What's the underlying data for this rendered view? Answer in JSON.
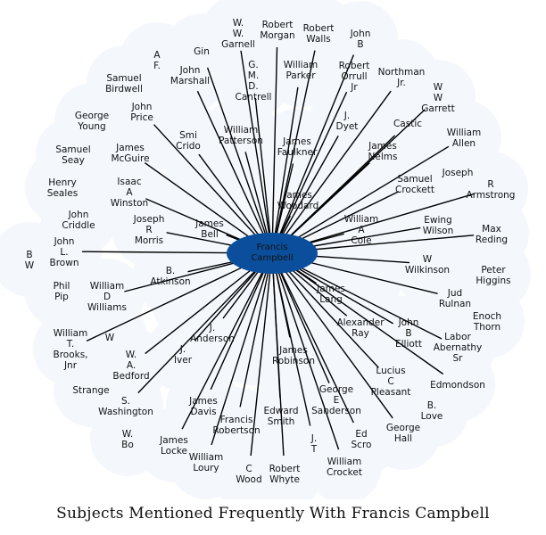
{
  "caption": "Subjects Mentioned Frequently With Francis Campbell",
  "colors": {
    "center_fill": "#0b4f9c",
    "halo": "#f4f8fd",
    "edge": "#000000"
  },
  "center": {
    "label": [
      "Francis",
      "Campbell"
    ]
  },
  "nodes": [
    {
      "label": [
        "W.",
        "W.",
        "Garnell"
      ]
    },
    {
      "label": [
        "Robert",
        "Morgan"
      ]
    },
    {
      "label": [
        "Robert",
        "Walls"
      ]
    },
    {
      "label": [
        "John",
        "B"
      ]
    },
    {
      "label": [
        "A",
        "F."
      ]
    },
    {
      "label": [
        "Gin"
      ]
    },
    {
      "label": [
        "John",
        "Marshall"
      ]
    },
    {
      "label": [
        "G.",
        "M.",
        "D.",
        "Cantrell"
      ]
    },
    {
      "label": [
        "William",
        "Parker"
      ]
    },
    {
      "label": [
        "Robert",
        "Orrull",
        "Jr"
      ]
    },
    {
      "label": [
        "Northman",
        "Jr."
      ]
    },
    {
      "label": [
        "Samuel",
        "Birdwell"
      ]
    },
    {
      "label": [
        "W",
        "W",
        "Garrett"
      ]
    },
    {
      "label": [
        "George",
        "Young"
      ]
    },
    {
      "label": [
        "John",
        "Price"
      ]
    },
    {
      "label": [
        "J.",
        "Dyet"
      ]
    },
    {
      "label": [
        "Castic"
      ]
    },
    {
      "label": [
        "William",
        "Allen"
      ]
    },
    {
      "label": [
        "Smi",
        "Crido"
      ]
    },
    {
      "label": [
        "William",
        "Patterson"
      ]
    },
    {
      "label": [
        "James",
        "Faulkner"
      ]
    },
    {
      "label": [
        "James",
        "Nelms"
      ]
    },
    {
      "label": [
        "Samuel",
        "Seay"
      ]
    },
    {
      "label": [
        "James",
        "McGuire"
      ]
    },
    {
      "label": [
        "Joseph"
      ]
    },
    {
      "label": [
        "Samuel",
        "Crockett"
      ]
    },
    {
      "label": [
        "R",
        "Armstrong"
      ]
    },
    {
      "label": [
        "Henry",
        "Seales"
      ]
    },
    {
      "label": [
        "Isaac",
        "A",
        "Winston"
      ]
    },
    {
      "label": [
        "James",
        "Woodard"
      ]
    },
    {
      "label": [
        "John",
        "Criddle"
      ]
    },
    {
      "label": [
        "Joseph",
        "R",
        "Morris"
      ]
    },
    {
      "label": [
        "James",
        "Bell"
      ]
    },
    {
      "label": [
        "William",
        "A",
        "Cole"
      ]
    },
    {
      "label": [
        "Ewing",
        "Wilson"
      ]
    },
    {
      "label": [
        "Max",
        "Reding"
      ]
    },
    {
      "label": [
        "John",
        "L.",
        "Brown"
      ]
    },
    {
      "label": [
        "B",
        "W"
      ]
    },
    {
      "label": [
        "W",
        "Wilkinson"
      ]
    },
    {
      "label": [
        "Peter",
        "Higgins"
      ]
    },
    {
      "label": [
        "B.",
        "Atkinson"
      ]
    },
    {
      "label": [
        "Phil",
        "Pip"
      ]
    },
    {
      "label": [
        "William",
        "D",
        "Williams"
      ]
    },
    {
      "label": [
        "James",
        "Lang"
      ]
    },
    {
      "label": [
        "Jud",
        "Rulnan"
      ]
    },
    {
      "label": [
        "Enoch",
        "Thorn"
      ]
    },
    {
      "label": [
        "Alexander",
        "Ray"
      ]
    },
    {
      "label": [
        "John",
        "B",
        "Elliott"
      ]
    },
    {
      "label": [
        "J.",
        "Anderson"
      ]
    },
    {
      "label": [
        "William",
        "T.",
        "Brooks,",
        "Jnr"
      ]
    },
    {
      "label": [
        "W"
      ]
    },
    {
      "label": [
        "Labor",
        "Abernathy",
        "Sr"
      ]
    },
    {
      "label": [
        "W.",
        "A.",
        "Bedford"
      ]
    },
    {
      "label": [
        "J.",
        "Iver"
      ]
    },
    {
      "label": [
        "James",
        "Robinson"
      ]
    },
    {
      "label": [
        "Lucius",
        "C",
        "Pleasant"
      ]
    },
    {
      "label": [
        "Edmondson"
      ]
    },
    {
      "label": [
        "Strange"
      ]
    },
    {
      "label": [
        "George",
        "E",
        "Sanderson"
      ]
    },
    {
      "label": [
        "S.",
        "Washington"
      ]
    },
    {
      "label": [
        "James",
        "Davis"
      ]
    },
    {
      "label": [
        "B.",
        "Love"
      ]
    },
    {
      "label": [
        "Francis",
        "Robertson"
      ]
    },
    {
      "label": [
        "Edward",
        "Smith"
      ]
    },
    {
      "label": [
        "George",
        "Hall"
      ]
    },
    {
      "label": [
        "W.",
        "Bo"
      ]
    },
    {
      "label": [
        "James",
        "Locke"
      ]
    },
    {
      "label": [
        "J.",
        "T"
      ]
    },
    {
      "label": [
        "Ed",
        "Scro"
      ]
    },
    {
      "label": [
        "William",
        "Loury"
      ]
    },
    {
      "label": [
        "C",
        "Wood"
      ]
    },
    {
      "label": [
        "Robert",
        "Whyte"
      ]
    },
    {
      "label": [
        "William",
        "Crocket"
      ]
    }
  ]
}
